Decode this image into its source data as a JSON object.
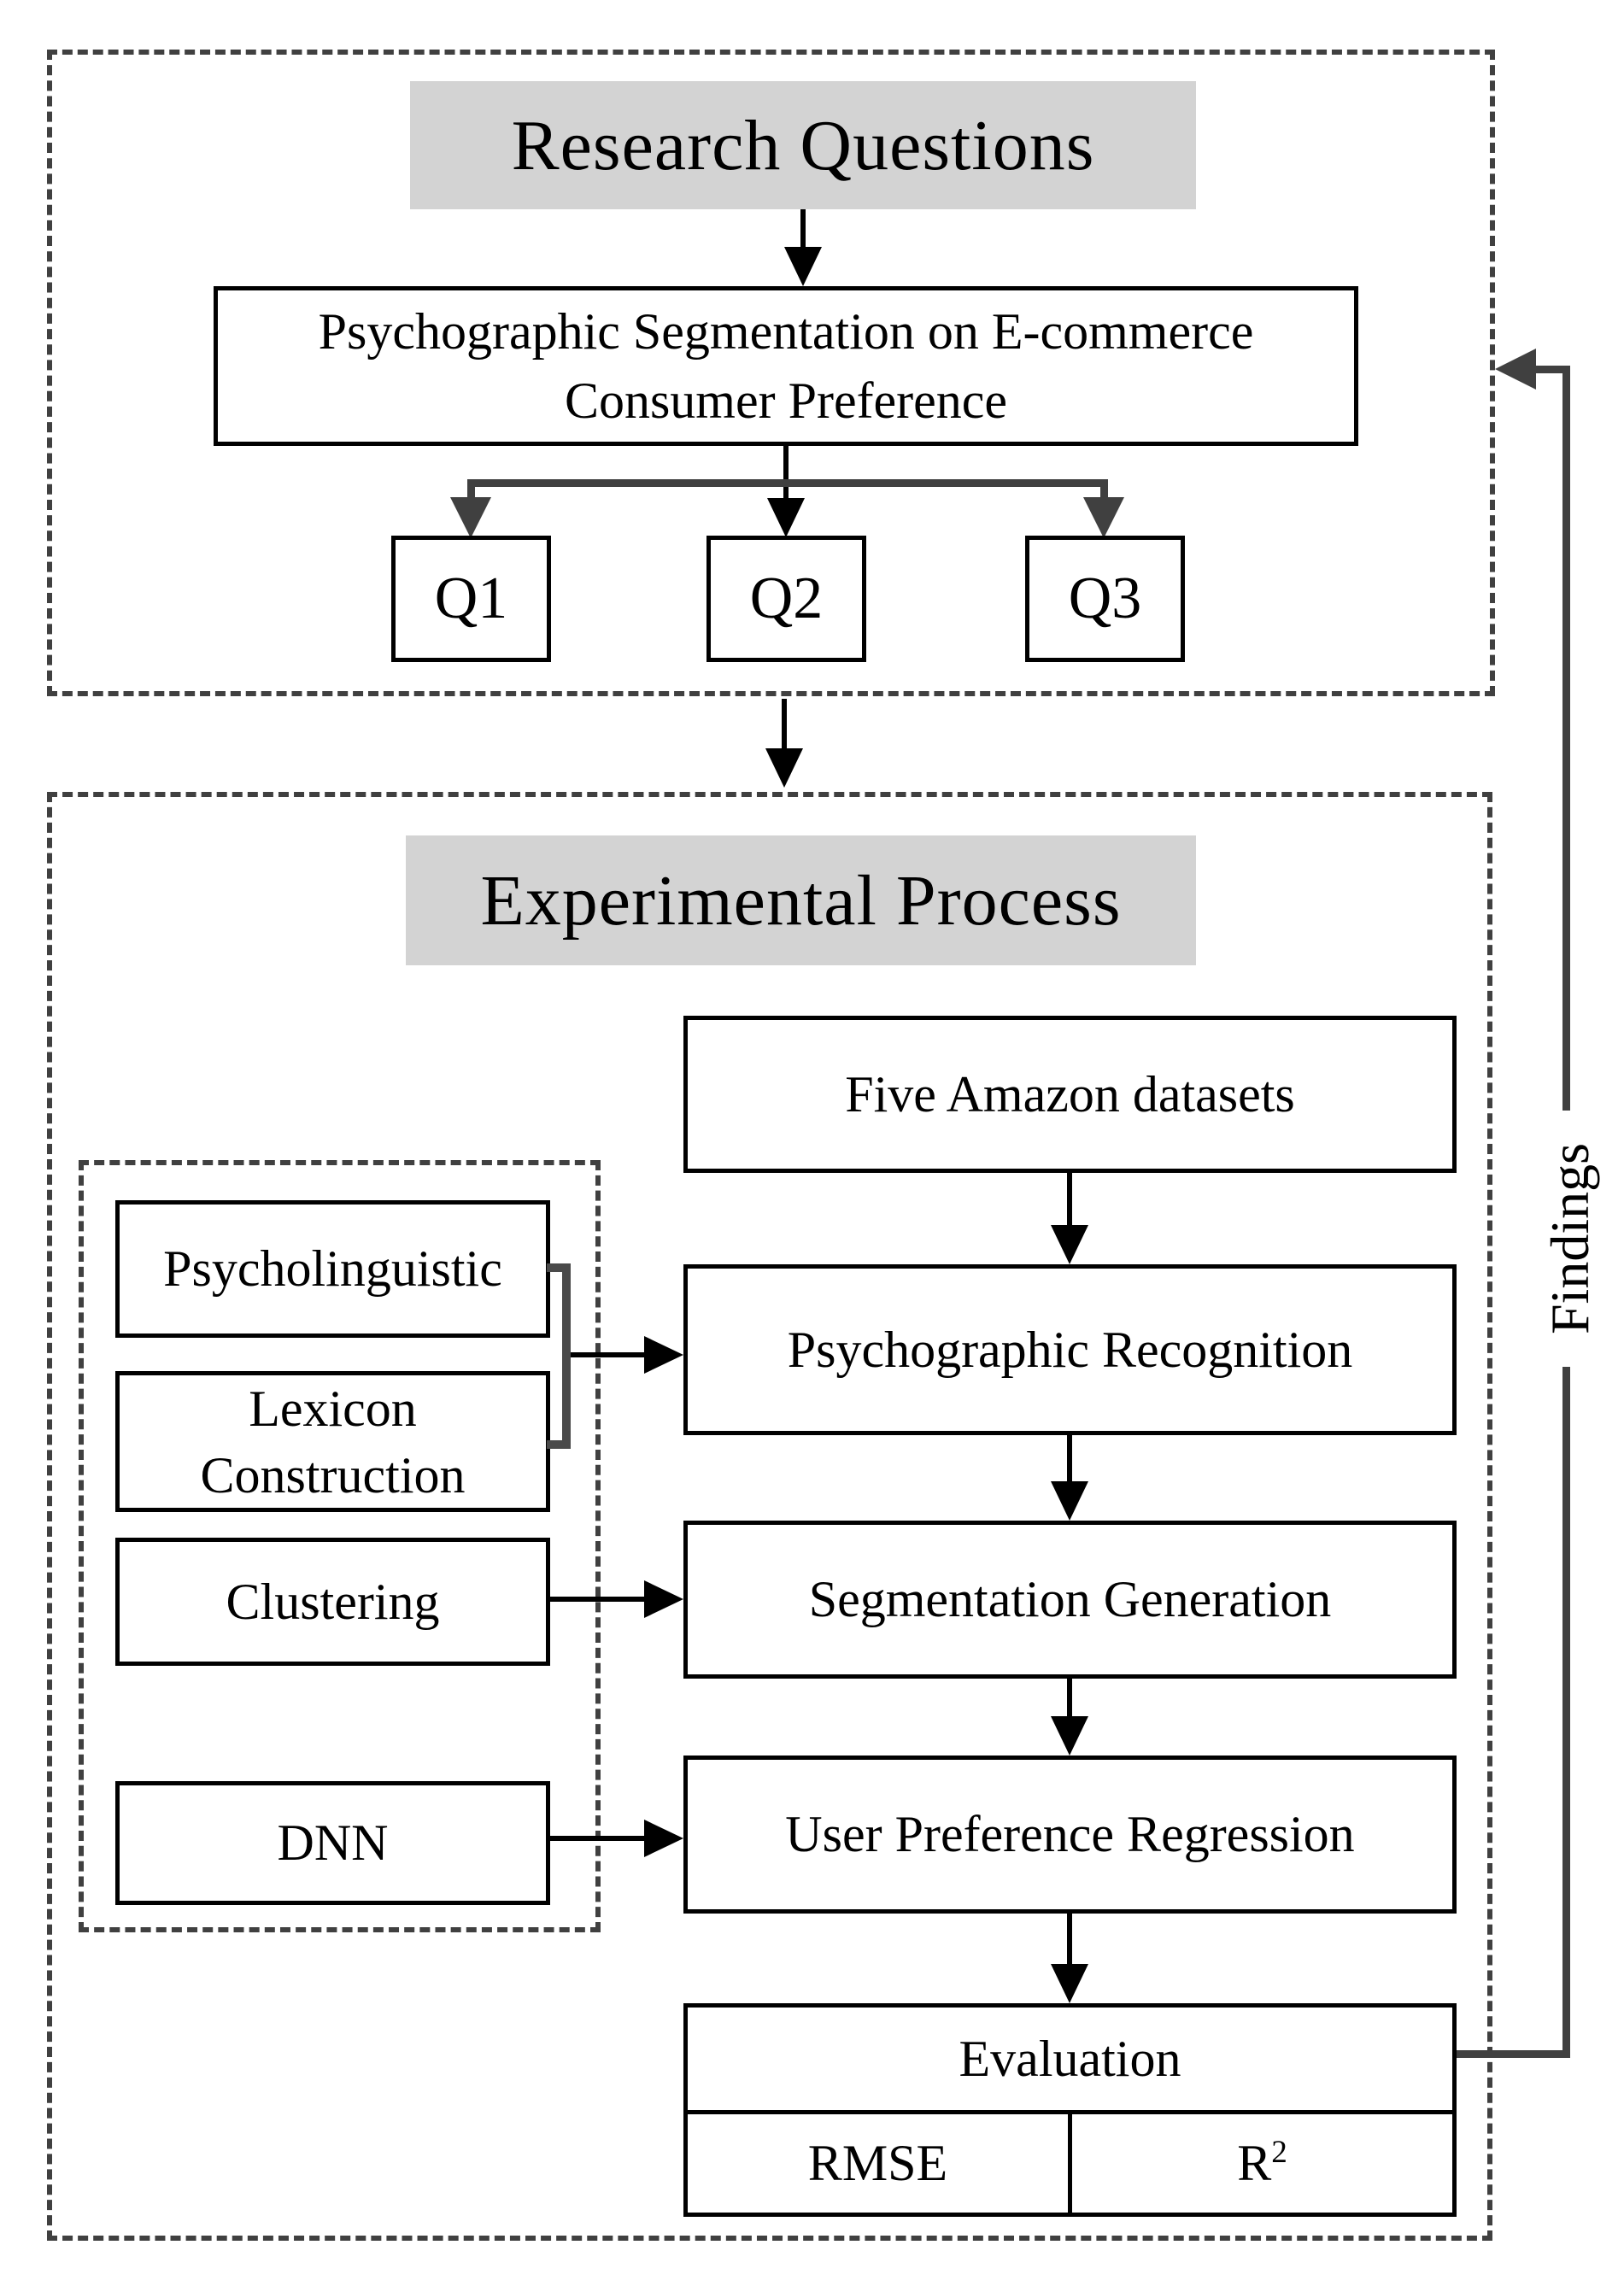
{
  "figure": {
    "top_section": {
      "title": "Research Questions",
      "main_box_lines": [
        "Psychographic Segmentation on E-commerce",
        "Consumer Preference"
      ],
      "questions": [
        "Q1",
        "Q2",
        "Q3"
      ]
    },
    "bottom_section": {
      "title": "Experimental Process",
      "pipeline": [
        "Five Amazon datasets",
        "Psychographic Recognition",
        "Segmentation Generation",
        "User Preference Regression"
      ],
      "methods": {
        "psycholinguistic": "Psycholinguistic",
        "lexicon_lines": [
          "Lexicon",
          "Construction"
        ],
        "clustering": "Clustering",
        "dnn": "DNN"
      },
      "evaluation": {
        "title": "Evaluation",
        "metric_left": "RMSE",
        "metric_right_base": "R",
        "metric_right_sup": "2"
      }
    },
    "feedback_label": "Findings",
    "colors": {
      "line_gray": "#404040",
      "header_bg": "#d3d3d3",
      "box_border": "#000000"
    }
  }
}
